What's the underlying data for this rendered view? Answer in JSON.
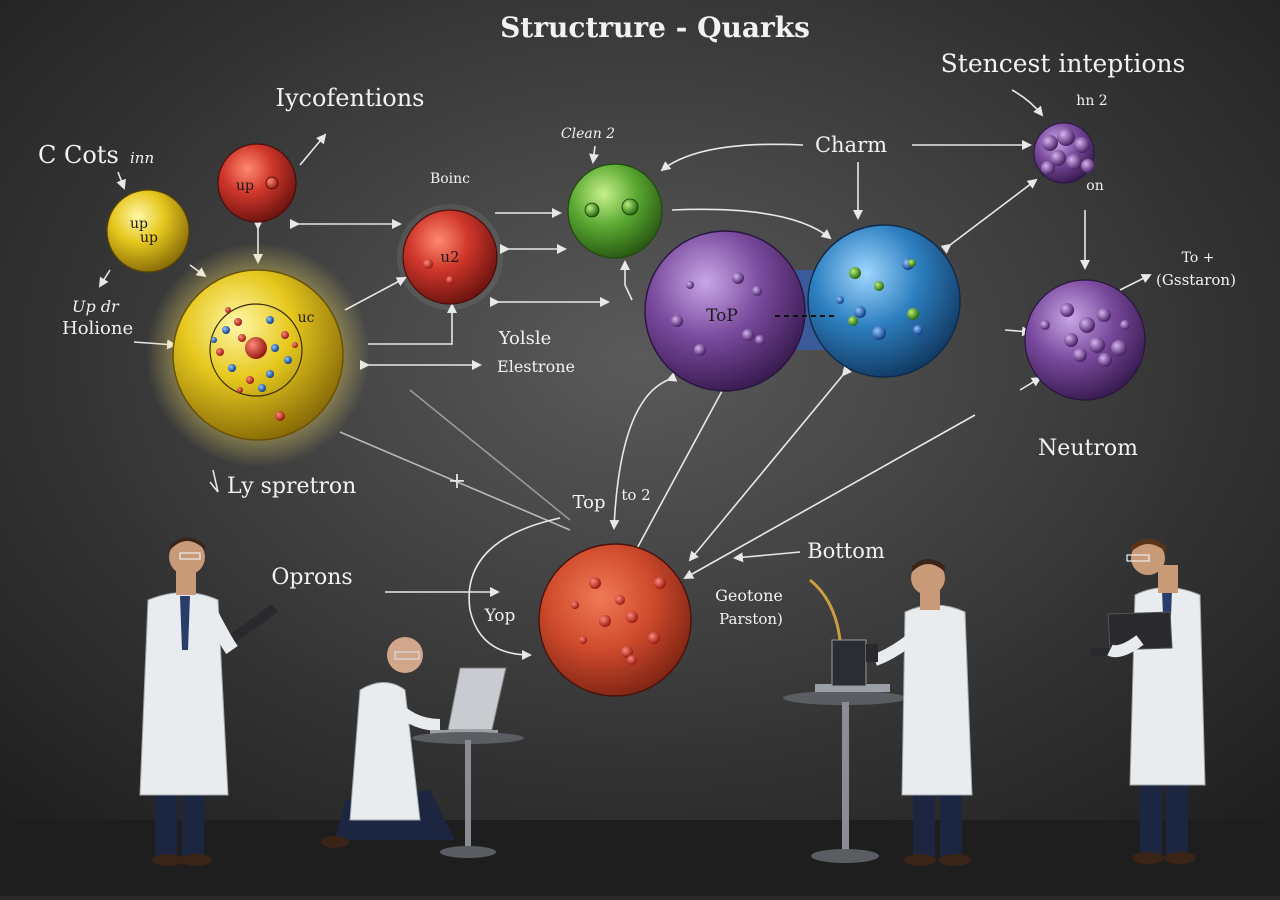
{
  "title": "Structrure - Quarks",
  "labels": {
    "top_right_heading": "Stencest inteptions",
    "iycofentions": "Iycofentions",
    "c_cots": "C Cots",
    "c_cots_suffix": "inn",
    "up_dr": "Up dr",
    "holione": "Holione",
    "ly_spretron": "Ly spretron",
    "boinc": "Boinc",
    "clean2": "Clean 2",
    "charm": "Charm",
    "hn2": "hn 2",
    "on": "on",
    "yolsle": "Yolsle",
    "elestrone": "Elestrone",
    "to_plus": "To +",
    "gsstaron": "(Gsstaron)",
    "neutrom": "Neutrom",
    "top": "Top",
    "to2": "to 2",
    "bottom": "Bottom",
    "oprons": "Oprons",
    "yop": "Yop",
    "geotone": "Geotone",
    "parston": "Parston)",
    "plus": "+"
  },
  "spheres": {
    "up_small": "up",
    "up_small2": "up",
    "up_red": "up",
    "u2": "u2",
    "uc": "uc",
    "top": "ToP"
  },
  "colors": {
    "background": "#2a2a2a",
    "yellow": "#e0c21a",
    "red": "#c8312a",
    "green": "#5aa832",
    "purple": "#7a4a9e",
    "blue": "#2d7fc0",
    "text": "#f2f2f2"
  }
}
